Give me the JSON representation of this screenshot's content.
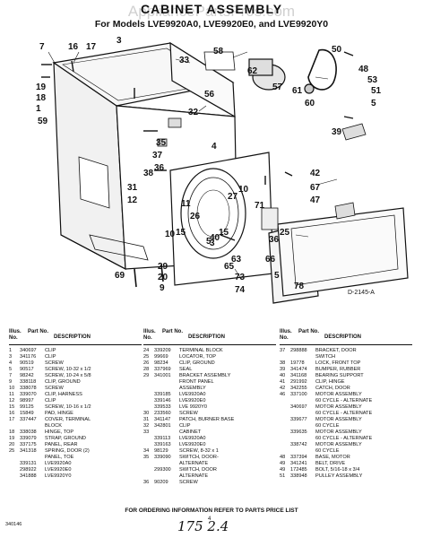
{
  "header": {
    "title": "CABINET ASSEMBLY",
    "subtitle": "For Models LVE9920A0, LVE9920E0, and LVE9920Y0",
    "watermark": "AppliancePartsPros.com"
  },
  "diagram": {
    "callouts": [
      "7",
      "16",
      "17",
      "3",
      "33",
      "58",
      "50",
      "48",
      "53",
      "51",
      "5",
      "19",
      "18",
      "1",
      "59",
      "62",
      "57",
      "61",
      "60",
      "39",
      "56",
      "32",
      "35",
      "37",
      "36",
      "38",
      "4",
      "42",
      "31",
      "12",
      "67",
      "11",
      "47",
      "40",
      "5",
      "26",
      "10",
      "27",
      "71",
      "15",
      "36",
      "15",
      "66",
      "10",
      "3",
      "69",
      "29",
      "20",
      "9",
      "65",
      "63",
      "73",
      "74",
      "78",
      "25",
      "5"
    ],
    "figure_label": "D-2145-A"
  },
  "columns_header": {
    "illus": "Illus. No.",
    "part": "Part No.",
    "description": "DESCRIPTION"
  },
  "parts": [
    [
      [
        "1",
        "340697",
        "CLIP"
      ],
      [
        "3",
        "341176",
        "CLIP"
      ],
      [
        "4",
        "90519",
        "SCREW"
      ],
      [
        "5",
        "90517",
        "SCREW, 10-32 x 1/2"
      ],
      [
        "7",
        "98242",
        "SCREW, 10-24 x 5/8"
      ],
      [
        "9",
        "338118",
        "CLIP, GROUND"
      ],
      [
        "10",
        "338078",
        "SCREW"
      ],
      [
        "11",
        "339070",
        "CLIP, HARNESS"
      ],
      [
        "12",
        "98997",
        "CLIP"
      ],
      [
        "15",
        "99125",
        "SCREW, 10-16 x 1/2"
      ],
      [
        "16",
        "15849",
        "PAD, HINGE"
      ],
      [
        "17",
        "337447",
        "COVER, TERMINAL"
      ],
      [
        "",
        "",
        "BLOCK"
      ],
      [
        "18",
        "338038",
        "HINGE, TOP"
      ],
      [
        "19",
        "339079",
        "STRAP, GROUND"
      ],
      [
        "20",
        "337175",
        "PANEL, REAR"
      ],
      [
        "25",
        "341318",
        "SPRING, DOOR (2)"
      ],
      [
        "",
        "",
        "PANEL, TOE"
      ],
      [
        "",
        "339131",
        "LVE9920A0"
      ],
      [
        "",
        "298922",
        "LVE9920E0"
      ],
      [
        "",
        "341888",
        "LVE9920Y0"
      ]
    ],
    [
      [
        "24",
        "339209",
        "TERMINAL BLOCK"
      ],
      [
        "25",
        "99669",
        "LOCATOR, TOP"
      ],
      [
        "26",
        "98234",
        "CLIP, GROUND"
      ],
      [
        "28",
        "337969",
        "SEAL"
      ],
      [
        "29",
        "341001",
        "BRACKET ASSEMBLY"
      ],
      [
        "",
        "",
        "FRONT PANEL"
      ],
      [
        "",
        "",
        "ASSEMBLY"
      ],
      [
        "",
        "339185",
        "LVE9920A0"
      ],
      [
        "",
        "339146",
        "LVE9920E0"
      ],
      [
        "",
        "339533",
        "LVE 9920Y0"
      ],
      [
        "30",
        "233560",
        "SCREW"
      ],
      [
        "31",
        "341147",
        "PATCH, BURNER BASE"
      ],
      [
        "32",
        "342801",
        "CLIP"
      ],
      [
        "33",
        "",
        "CABINET"
      ],
      [
        "",
        "339113",
        "LVE9920A0"
      ],
      [
        "",
        "339163",
        "LVE9920E0"
      ],
      [
        "34",
        "98129",
        "SCREW, 8-32 x 1"
      ],
      [
        "35",
        "339090",
        "SWITCH, DOOR-"
      ],
      [
        "",
        "",
        "ALTERNATE"
      ],
      [
        "",
        "299300",
        "SWITCH, DOOR"
      ],
      [
        "",
        "",
        "ALTERNATE"
      ],
      [
        "36",
        "90209",
        "SCREW"
      ]
    ],
    [
      [
        "37",
        "298888",
        "BRACKET, DOOR"
      ],
      [
        "",
        "",
        "SWITCH"
      ],
      [
        "38",
        "19778",
        "LOCK, FRONT TOP"
      ],
      [
        "39",
        "341474",
        "BUMPER, RUBBER"
      ],
      [
        "40",
        "341168",
        "BEARING SUPPORT"
      ],
      [
        "41",
        "291992",
        "CLIP, HINGE"
      ],
      [
        "42",
        "342255",
        "CATCH, DOOR"
      ],
      [
        "46",
        "337100",
        "MOTOR ASSEMBLY"
      ],
      [
        "",
        "",
        "60 CYCLE - ALTERNATE"
      ],
      [
        "",
        "340697",
        "MOTOR ASSEMBLY"
      ],
      [
        "",
        "",
        "60 CYCLE - ALTERNATE"
      ],
      [
        "",
        "339677",
        "MOTOR ASSEMBLY"
      ],
      [
        "",
        "",
        "60 CYCLE"
      ],
      [
        "",
        "339635",
        "MOTOR ASSEMBLY"
      ],
      [
        "",
        "",
        "60 CYCLE - ALTERNATE"
      ],
      [
        "",
        "338742",
        "MOTOR ASSEMBLY"
      ],
      [
        "",
        "",
        "60 CYCLE"
      ],
      [
        "48",
        "337394",
        "BASE, MOTOR"
      ],
      [
        "49",
        "341241",
        "BELT, DRIVE"
      ],
      [
        "49",
        "172485",
        "BOLT, 5/16-18 x 3/4"
      ],
      [
        "51",
        "338948",
        "PULLEY ASSEMBLY"
      ]
    ]
  ],
  "footer": {
    "note": "FOR ORDERING INFORMATION REFER TO PARTS PRICE LIST",
    "page_number": "4",
    "doc_number": "340146",
    "handwritten": "175 2.4"
  }
}
